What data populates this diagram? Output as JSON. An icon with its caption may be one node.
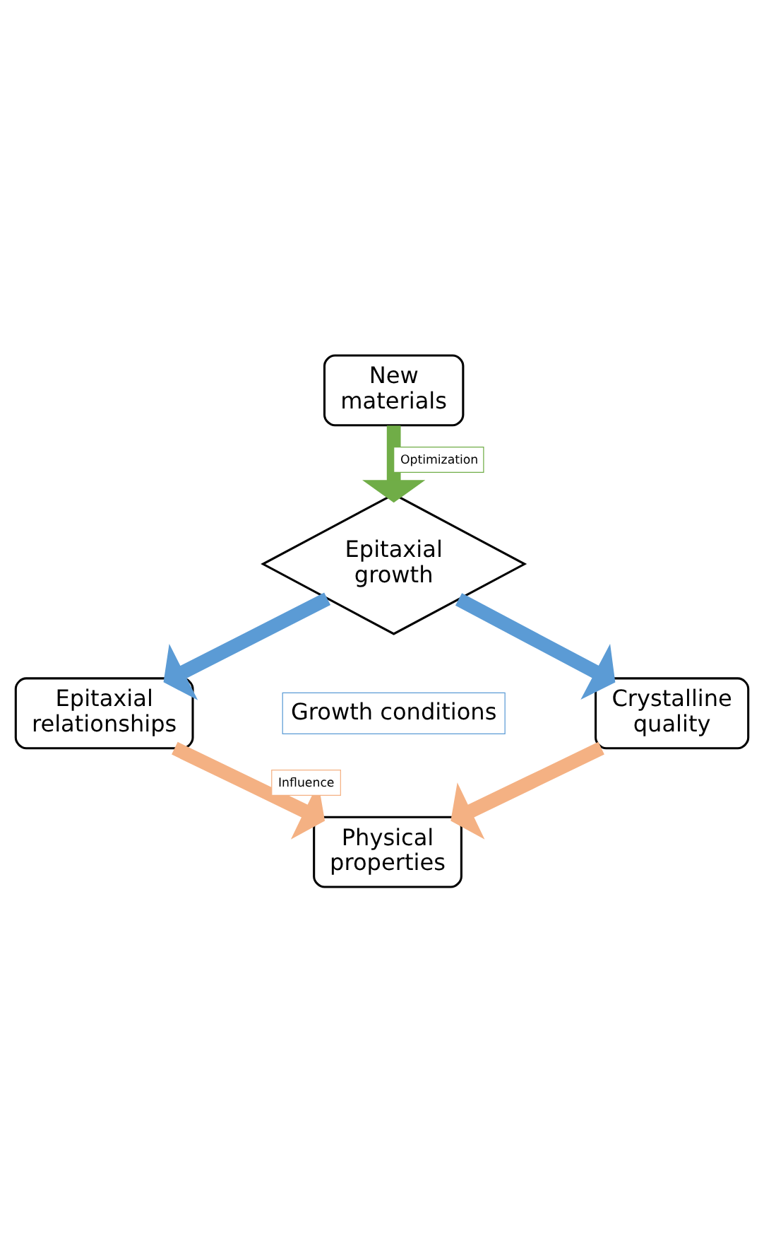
{
  "diagram": {
    "nodes": [
      {
        "text": [
          "New materials"
        ]
      },
      {
        "text": [
          "Epitaxial growth"
        ]
      },
      {
        "text": [
          "Epitaxial relationships"
        ]
      },
      {
        "text": [
          "Crystalline quality"
        ]
      },
      {
        "text": [
          "Physical properties"
        ]
      }
    ],
    "edges": [
      {
        "from": 0,
        "to": 1,
        "arrow": "to",
        "label": "Optimization",
        "color": "#70ad47"
      },
      {
        "from": 1,
        "to": 2,
        "arrow": "to",
        "color": "#5b9bd5"
      },
      {
        "from": 1,
        "to": 3,
        "arrow": "to",
        "color": "#5b9bd5"
      },
      {
        "from": 2,
        "to": 4,
        "arrow": "to",
        "label": "Influence",
        "color": "#f4b183"
      },
      {
        "from": 3,
        "to": 4,
        "arrow": "to",
        "color": "#f4b183"
      }
    ],
    "labels": [
      "Growth conditions"
    ]
  }
}
